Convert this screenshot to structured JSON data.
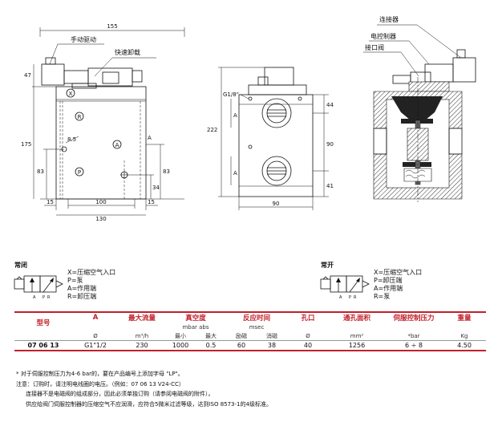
{
  "drawing_left": {
    "dim_top_width": "155",
    "label_manual": "手动驱动",
    "label_quick": "快速卸载",
    "dim_47": "47",
    "dim_175": "175",
    "dim_83_left": "83",
    "dim_85": "8.5",
    "dim_83_right": "83",
    "dim_34": "34",
    "dim_15_left": "15",
    "dim_100": "100",
    "dim_15_right": "15",
    "dim_130": "130",
    "port_x": "X",
    "port_r": "R",
    "port_a": "A",
    "port_p": "P",
    "side_a": "A"
  },
  "drawing_middle": {
    "thread": "G1/8\"",
    "dim_222": "222",
    "dim_44": "44",
    "dim_90_v": "90",
    "dim_41": "41",
    "dim_90_h": "90",
    "port_a_top": "A",
    "port_a_bottom": "A"
  },
  "drawing_right": {
    "label_connector": "连接器",
    "label_controller": "电控制器",
    "label_interface": "接口阀"
  },
  "symbol_nc": {
    "title": "常闭",
    "legend": [
      "X=压缩空气入口",
      "P=泵",
      "A=作用端",
      "R=卸压端"
    ]
  },
  "symbol_no": {
    "title": "常开",
    "legend": [
      "X=压缩空气入口",
      "P=卸压端",
      "A=作用端",
      "R=泵"
    ]
  },
  "spec_table": {
    "col_model": "型号",
    "col_a": "A",
    "col_flow": "最大流量",
    "col_vacuum": "真空度",
    "col_response": "反应时间",
    "col_orifice": "孔口",
    "col_area": "通孔面积",
    "col_servo": "伺服控制压力",
    "col_weight": "重量",
    "unit_a": "Ø",
    "unit_flow": "m³/h",
    "unit_vacuum": "mbar abs",
    "unit_response": "msec",
    "unit_orifice": "Ø",
    "unit_area": "mm²",
    "unit_servo": "*bar",
    "unit_weight": "Kg",
    "sub_min": "最小",
    "sub_max": "最大",
    "sub_excite": "励磁",
    "sub_release": "消磁",
    "row": {
      "model": "07 06 13",
      "a": "G1\"1/2",
      "flow": "230",
      "vac_min": "1000",
      "vac_max": "0.5",
      "resp_on": "60",
      "resp_off": "38",
      "orifice": "40",
      "area": "1256",
      "servo": "6 ÷ 8",
      "weight": "4.50"
    }
  },
  "notes": [
    "* 对于伺服控制压力为4-6 bar的，要在产品编号上添加字母 \"LP\"。",
    "注意：订购时，请注明电线圈的电压。（例如：07 06 13 V24-CC）",
    "连接器不是电磁阀的组成部分，因此必须单独订购（请参阅电磁阀的附件）。",
    "供应给阀门伺服控制器的压缩空气不应润滑，应符合5微米过滤等级，达到ISO 8573-1的4级标准。"
  ]
}
